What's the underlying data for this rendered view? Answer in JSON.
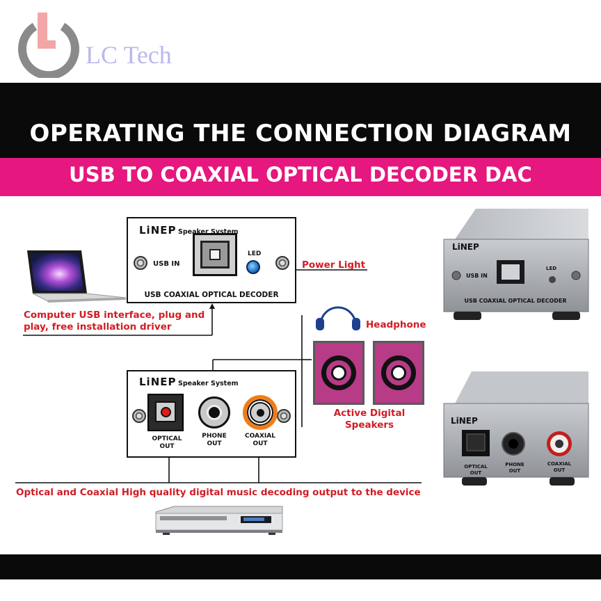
{
  "brand": {
    "name": "LC Tech"
  },
  "banner": {
    "title": "OPERATING THE CONNECTION DIAGRAM",
    "subtitle": "USB TO COAXIAL OPTICAL DECODER DAC"
  },
  "usb_panel": {
    "brand": "LiNEP",
    "brand_suffix": "Speaker System",
    "usb_label": "USB IN",
    "led_label": "LED",
    "caption": "USB COAXIAL OPTICAL DECODER"
  },
  "output_panel": {
    "brand": "LiNEP",
    "brand_suffix": "Speaker System",
    "optical_label": [
      "OPTICAL",
      "OUT"
    ],
    "phone_label": [
      "PHONE",
      "OUT"
    ],
    "coaxial_label": [
      "COAXIAL",
      "OUT"
    ]
  },
  "callouts": {
    "power_light": "Power Light",
    "computer_usb": [
      "Computer USB interface, plug and",
      "play, free installation driver"
    ],
    "headphone": "Headphone",
    "speakers": [
      "Active Digital",
      "Speakers"
    ],
    "output_note": "Optical and Coaxial High quality digital music decoding output to the device"
  },
  "photo_top": {
    "brand": "LiNEP",
    "usb_label": "USB IN",
    "led_label": "LED",
    "caption": "USB COAXIAL OPTICAL DECODER"
  },
  "photo_bottom": {
    "brand": "LiNEP",
    "optical_label": [
      "OPTICAL",
      "OUT"
    ],
    "phone_label": [
      "PHONE",
      "OUT"
    ],
    "coaxial_label": [
      "COAXIAL",
      "OUT"
    ]
  },
  "colors": {
    "accent_pink": "#e6177f",
    "callout_red": "#d21c23",
    "speaker_magenta": "#b83b87",
    "led_blue": "#1e74c8",
    "coax_orange": "#ef7d1a",
    "headphone_blue": "#1d3f8f"
  },
  "icons": [
    "power-logo-icon",
    "laptop-icon",
    "headphone-icon",
    "speaker-icon",
    "dvd-player-icon"
  ]
}
